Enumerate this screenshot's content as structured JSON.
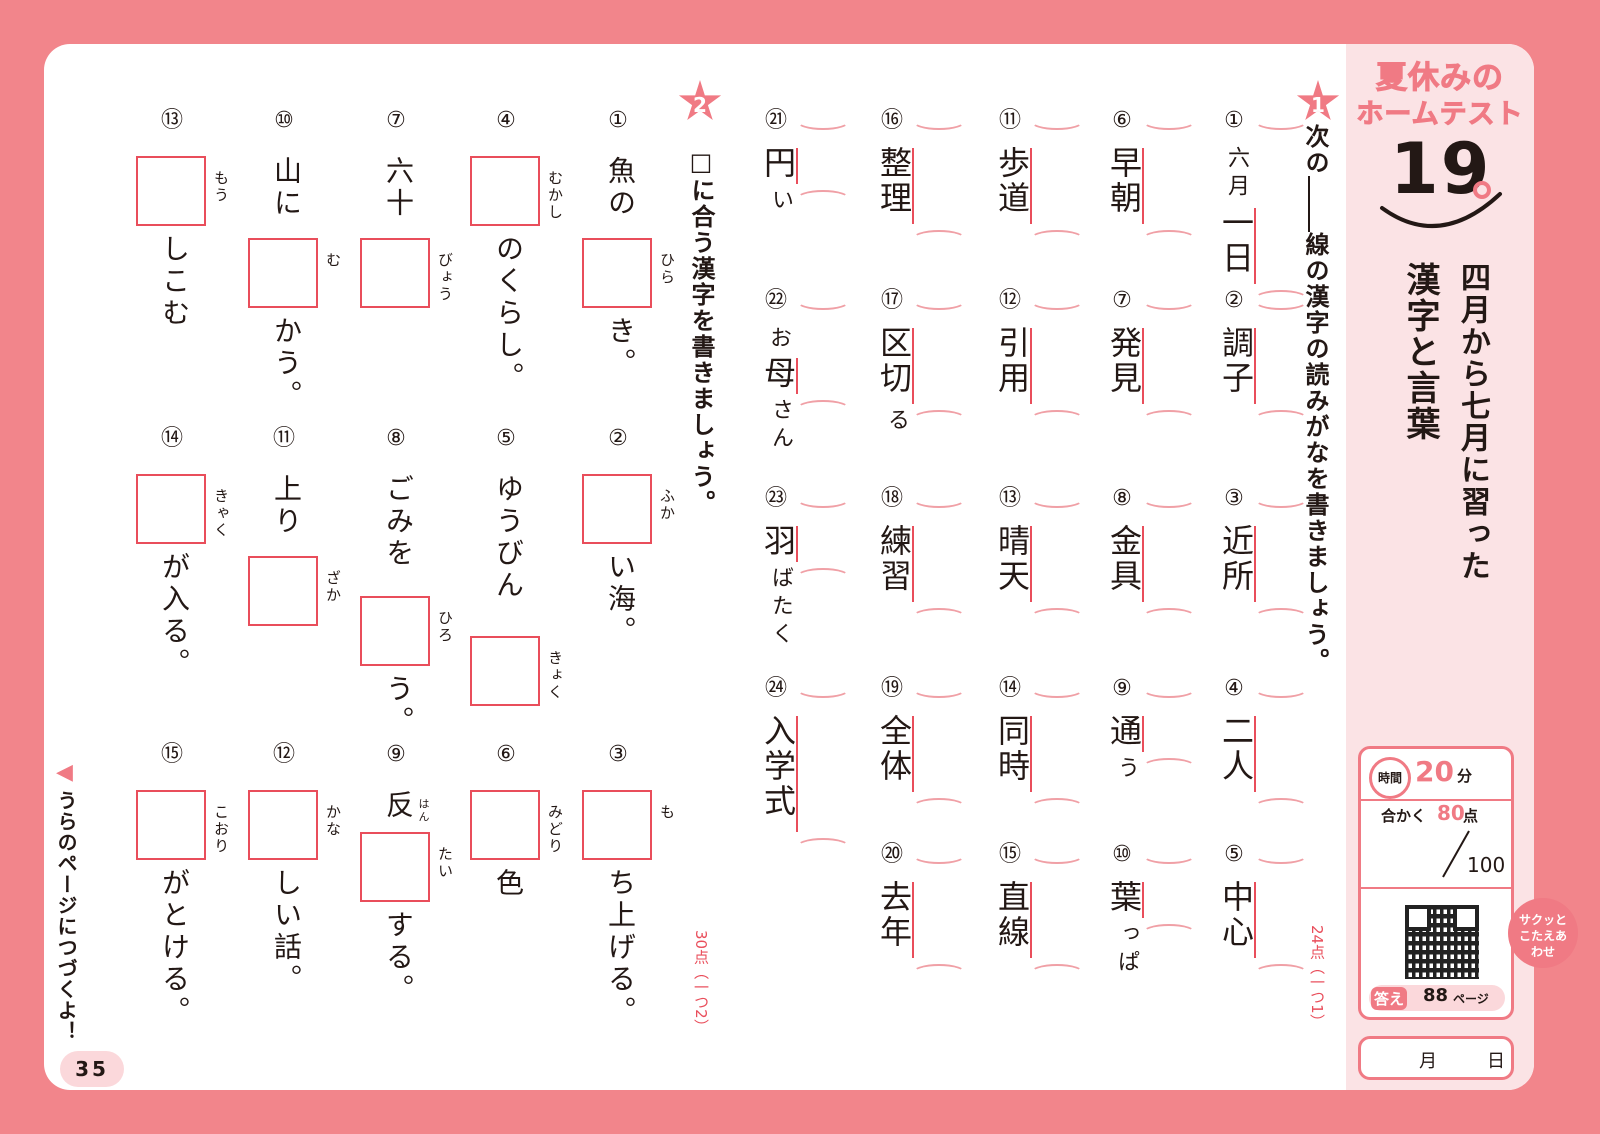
{
  "page_number": "35",
  "header": {
    "series": "夏休みの",
    "series2": "ホームテスト",
    "test_number": "19",
    "subtitle": "四月から七月に習った",
    "title": "漢字と言葉"
  },
  "info": {
    "time_label": "時間",
    "time_value": "20",
    "time_unit": "分",
    "pass_label_pre": "合かく",
    "pass_value": "80",
    "pass_unit": "点",
    "score_total": "100",
    "quick_answer": "サクッとこたえあわせ",
    "answer_label": "答え",
    "answer_page": "88",
    "answer_page_unit": "ページ",
    "month": "月",
    "day": "日"
  },
  "section1": {
    "mark": "1",
    "instruction": "次の",
    "instruction2": "線の漢字の読みがなを書きましょう。",
    "score": "24点（一つ1）",
    "items": [
      {
        "n": "①",
        "pre": "六月",
        "k": "一日"
      },
      {
        "n": "②",
        "k": "調子"
      },
      {
        "n": "③",
        "k": "近所"
      },
      {
        "n": "④",
        "k": "二人"
      },
      {
        "n": "⑤",
        "k": "中心"
      },
      {
        "n": "⑥",
        "k": "早朝"
      },
      {
        "n": "⑦",
        "k": "発見"
      },
      {
        "n": "⑧",
        "k": "金具"
      },
      {
        "n": "⑨",
        "k": "通",
        "post": "う"
      },
      {
        "n": "⑩",
        "k": "葉",
        "post": "っぱ"
      },
      {
        "n": "⑪",
        "k": "歩道"
      },
      {
        "n": "⑫",
        "k": "引用"
      },
      {
        "n": "⑬",
        "k": "晴天"
      },
      {
        "n": "⑭",
        "k": "同時"
      },
      {
        "n": "⑮",
        "k": "直線"
      },
      {
        "n": "⑯",
        "k": "整理"
      },
      {
        "n": "⑰",
        "k": "区切",
        "post": "る"
      },
      {
        "n": "⑱",
        "k": "練習"
      },
      {
        "n": "⑲",
        "k": "全体"
      },
      {
        "n": "⑳",
        "k": "去年"
      },
      {
        "n": "㉑",
        "k": "円",
        "post": "い"
      },
      {
        "n": "㉒",
        "pre": "お",
        "k": "母",
        "post": "さん"
      },
      {
        "n": "㉓",
        "k": "羽",
        "post": "ばたく"
      },
      {
        "n": "㉔",
        "k": "入学式"
      }
    ]
  },
  "section2": {
    "mark": "2",
    "instruction": "□に合う漢字を書きましょう。",
    "score": "30点（一つ2）",
    "items": [
      {
        "n": "①",
        "pre": "魚の",
        "ruby": "ひら",
        "post": "き。"
      },
      {
        "n": "②",
        "ruby": "ふか",
        "post": "い海。"
      },
      {
        "n": "③",
        "ruby": "も",
        "post": "ち上げる。"
      },
      {
        "n": "④",
        "ruby": "むかし",
        "post": "のくらし。"
      },
      {
        "n": "⑤",
        "pre": "ゆうびん",
        "ruby": "きょく",
        "post": ""
      },
      {
        "n": "⑥",
        "ruby": "みどり",
        "post": "色"
      },
      {
        "n": "⑦",
        "pre": "六十",
        "ruby": "びょう",
        "post": ""
      },
      {
        "n": "⑧",
        "pre": "ごみを",
        "ruby": "ひろ",
        "post": "う。"
      },
      {
        "n": "⑨",
        "pre": "反",
        "pre_ruby": "はん",
        "ruby": "たい",
        "post": "する。"
      },
      {
        "n": "⑩",
        "pre": "山に",
        "ruby": "む",
        "post": "かう。"
      },
      {
        "n": "⑪",
        "pre": "上り",
        "ruby": "ざか",
        "post": ""
      },
      {
        "n": "⑫",
        "ruby": "かな",
        "post": "しい話。"
      },
      {
        "n": "⑬",
        "ruby": "もう",
        "post": "しこむ"
      },
      {
        "n": "⑭",
        "ruby": "きゃく",
        "post": "が入る。"
      },
      {
        "n": "⑮",
        "ruby": "こおり",
        "post": "がとける。"
      }
    ]
  },
  "footer": {
    "continue_text": "うらのページにつづくよ！"
  }
}
